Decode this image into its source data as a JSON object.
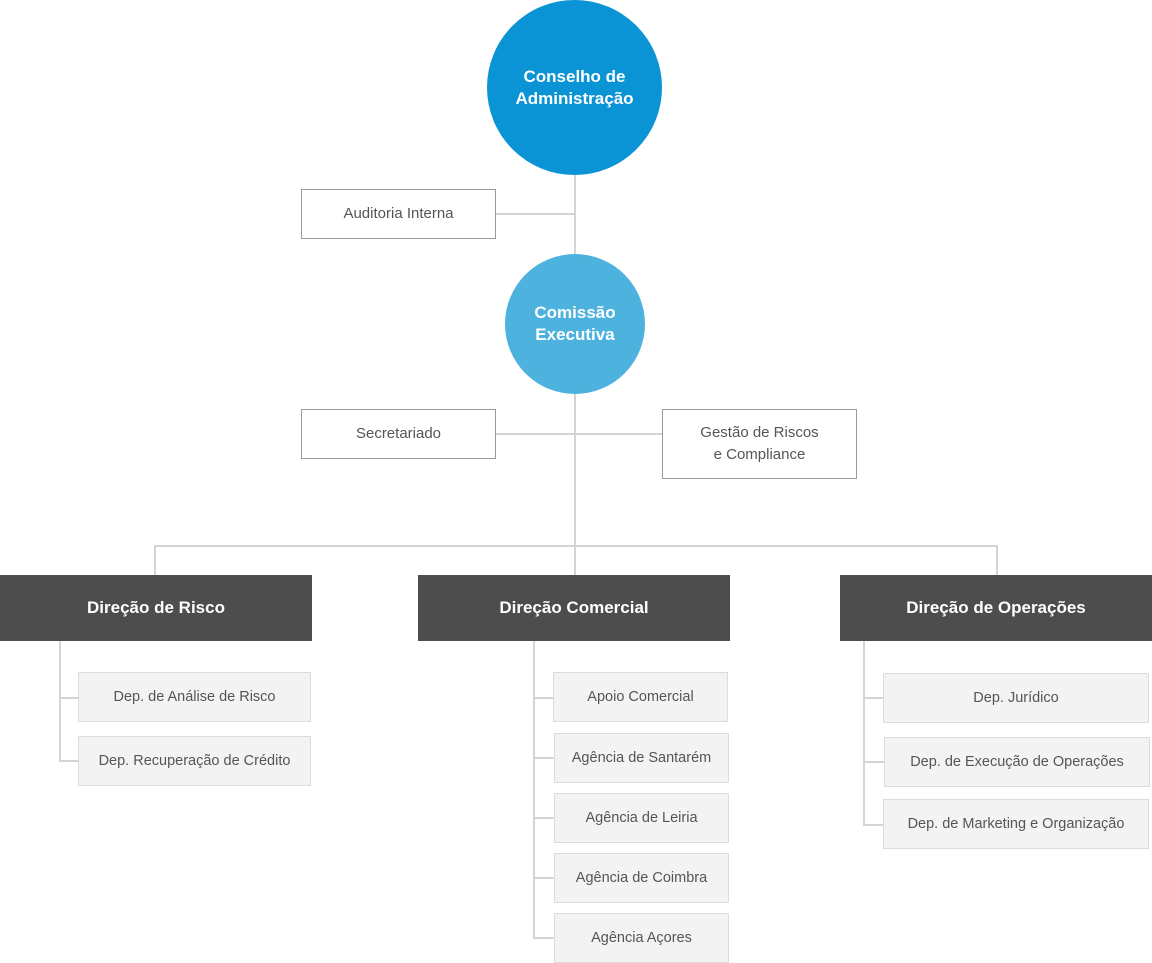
{
  "colors": {
    "board": "#0a93d5",
    "executive": "#4eb2df",
    "direction": "#4d4d4d",
    "connector": "#d4d4d4"
  },
  "board": {
    "line1": "Conselho de",
    "line2": "Administração"
  },
  "executive": {
    "line1": "Comissão",
    "line2": "Executiva"
  },
  "staff": {
    "audit": "Auditoria Interna",
    "secretariat": "Secretariado",
    "risk_line1": "Gestão de Riscos",
    "risk_line2": "e Compliance"
  },
  "directions": [
    {
      "title": "Direção de Risco",
      "departments": [
        "Dep. de Análise de Risco",
        "Dep. Recuperação de Crédito"
      ]
    },
    {
      "title": "Direção Comercial",
      "departments": [
        "Apoio Comercial",
        "Agência de Santarém",
        "Agência de Leiria",
        "Agência de Coimbra",
        "Agência Açores"
      ]
    },
    {
      "title": "Direção de Operações",
      "departments": [
        "Dep. Jurídico",
        "Dep. de Execução de Operações",
        "Dep. de Marketing e Organização"
      ]
    }
  ]
}
